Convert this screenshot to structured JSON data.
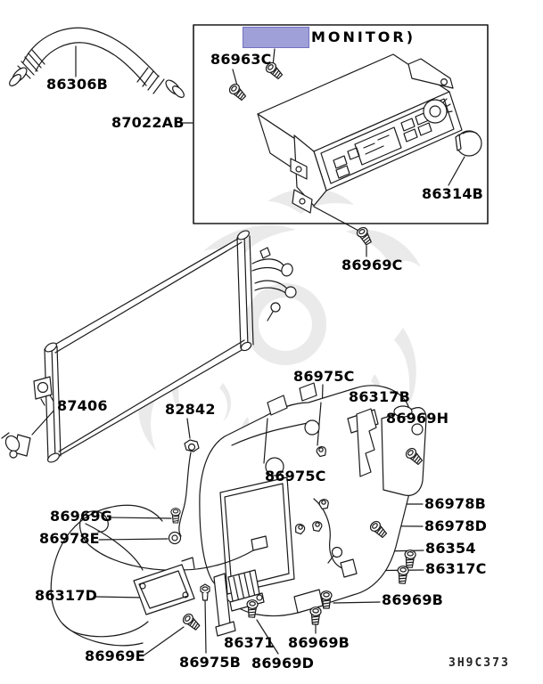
{
  "diagram": {
    "kind": "ac-heater-parts-diagram",
    "drawing_code": "3H9C373",
    "monitor_note": "MONITOR)",
    "highlight_color": "#a0a0d8",
    "highlight_border_color": "#7272c2",
    "line_color": "#1a1a1a",
    "watermark_color": "#eaeaea",
    "background_color": "#ffffff"
  },
  "parts": [
    {
      "id": "86306B",
      "label": "86306B"
    },
    {
      "id": "87022AB",
      "label": "87022AB"
    },
    {
      "id": "86963C",
      "label": "86963C"
    },
    {
      "id": "86314B",
      "label": "86314B"
    },
    {
      "id": "86969C",
      "label": "86969C"
    },
    {
      "id": "87406",
      "label": "87406"
    },
    {
      "id": "82842",
      "label": "82842"
    },
    {
      "id": "86975C-1",
      "label": "86975C"
    },
    {
      "id": "86317B",
      "label": "86317B"
    },
    {
      "id": "86969H",
      "label": "86969H"
    },
    {
      "id": "86975C-2",
      "label": "86975C"
    },
    {
      "id": "86978B",
      "label": "86978B"
    },
    {
      "id": "86978D",
      "label": "86978D"
    },
    {
      "id": "86354",
      "label": "86354"
    },
    {
      "id": "86317C",
      "label": "86317C"
    },
    {
      "id": "86969B-1",
      "label": "86969B"
    },
    {
      "id": "86969G",
      "label": "86969G"
    },
    {
      "id": "86978E",
      "label": "86978E"
    },
    {
      "id": "86317D",
      "label": "86317D"
    },
    {
      "id": "86969E",
      "label": "86969E"
    },
    {
      "id": "86975B",
      "label": "86975B"
    },
    {
      "id": "86371",
      "label": "86371"
    },
    {
      "id": "86969D",
      "label": "86969D"
    },
    {
      "id": "86969B-2",
      "label": "86969B"
    }
  ]
}
